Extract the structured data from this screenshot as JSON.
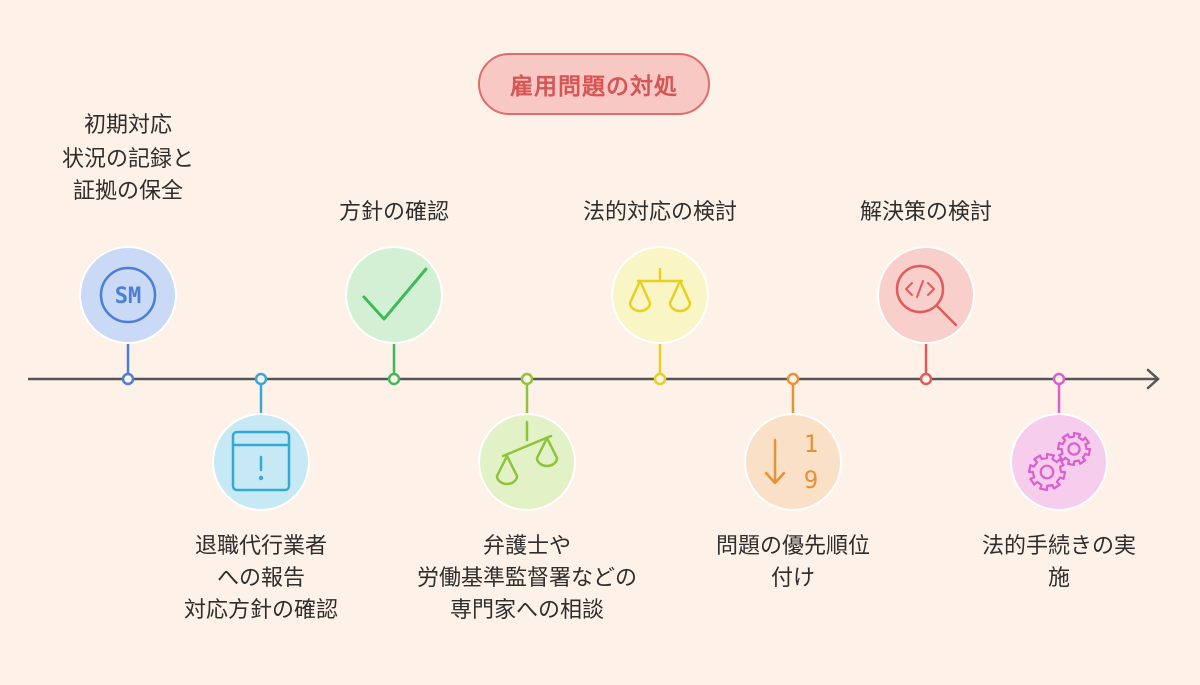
{
  "title": "雇用問題の対処",
  "colors": {
    "background": "#fdf1e8",
    "axis": "#555555",
    "steps": [
      "#4a7fd6",
      "#35a9d6",
      "#3dbb5a",
      "#8cc43a",
      "#e8d020",
      "#e69235",
      "#e05c5c",
      "#dc5fcf"
    ]
  },
  "steps": [
    {
      "icon": "sm-badge-icon",
      "lines": [
        "初期対応",
        "状況の記録と",
        "証拠の保全"
      ]
    },
    {
      "icon": "warning-window-icon",
      "lines": [
        "退職代行業者",
        "への報告",
        "対応方針の確認"
      ]
    },
    {
      "icon": "checkmark-icon",
      "lines": [
        "方針の確認"
      ]
    },
    {
      "icon": "scales-icon",
      "lines": [
        "弁護士や",
        "労働基準監督署などの",
        "専門家への相談"
      ]
    },
    {
      "icon": "scales-icon",
      "lines": [
        "法的対応の検討"
      ]
    },
    {
      "icon": "sort-ascending-icon",
      "lines": [
        "問題の優先順位",
        "付け"
      ],
      "icon_text": [
        "1",
        "9"
      ]
    },
    {
      "icon": "code-search-icon",
      "lines": [
        "解決策の検討"
      ]
    },
    {
      "icon": "gears-icon",
      "lines": [
        "法的手続きの実",
        "施"
      ]
    }
  ]
}
